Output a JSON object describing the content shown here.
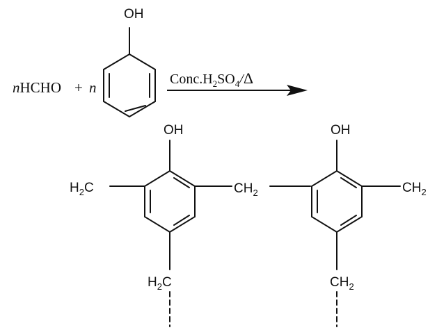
{
  "reaction": {
    "reactant1_coeff": "n",
    "reactant1": "HCHO",
    "plus": "+",
    "reactant2_coeff": "n",
    "phenol_oh": "OH",
    "conditions": {
      "prefix": "Conc.H",
      "h_sub": "2",
      "mid": "SO",
      "o_sub": "4",
      "slash": "/",
      "heat_symbol": "Δ"
    }
  },
  "product": {
    "left_ring": {
      "oh": "OH",
      "ortho_group": "H",
      "ortho_group_sub": "2",
      "ortho_group_tail": "C",
      "para_group": "H",
      "para_group_sub": "2",
      "para_group_tail": "C"
    },
    "bridge": {
      "text": "CH",
      "sub": "2"
    },
    "right_ring": {
      "oh": "OH",
      "ortho_group": "CH",
      "ortho_group_sub": "2",
      "para_group": "CH",
      "para_group_sub": "2"
    }
  }
}
